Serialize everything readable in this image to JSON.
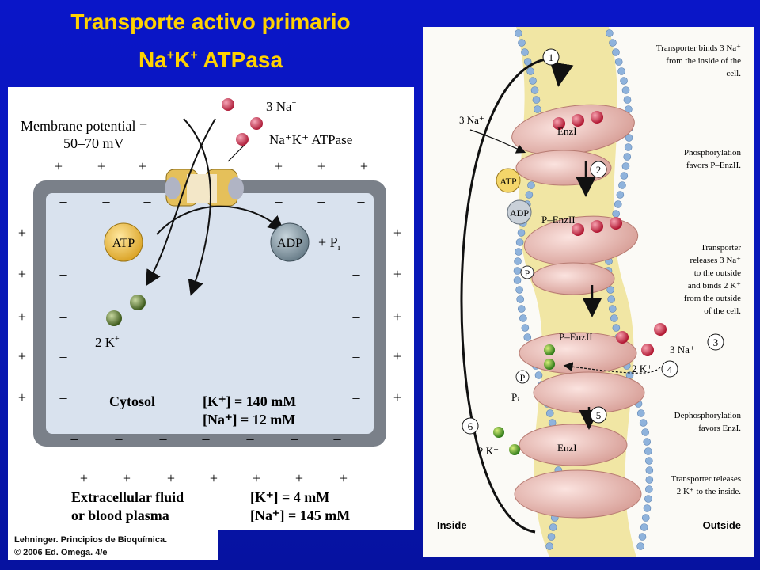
{
  "title": {
    "line1": "Transporte activo primario",
    "line2_base": "Na",
    "line2_sup1": "+",
    "line2_mid": "K",
    "line2_sup2": "+",
    "line2_end": " ATPasa"
  },
  "left_figure": {
    "membrane_potential_1": "Membrane potential =",
    "membrane_potential_2": "50–70 mV",
    "na_label": "3 Na",
    "pump_label": "Na⁺K⁺ ATPase",
    "atp": "ATP",
    "adp": "ADP",
    "pi": "+ P",
    "k_label": "2 K",
    "cytosol": "Cytosol",
    "cyto_k": "[K⁺] = 140 mM",
    "cyto_na": "[Na⁺] = 12 mM",
    "extra_1": "Extracellular fluid",
    "extra_2": "or blood plasma",
    "extra_k": "[K⁺] = 4 mM",
    "extra_na": "[Na⁺] = 145 mM",
    "plus": "+",
    "minus": "–"
  },
  "credit": {
    "line1": "Lehninger. Principios de Bioquímica.",
    "line2": "© 2006 Ed. Omega. 4/e"
  },
  "right_figure": {
    "step1": "Transporter binds 3 Na⁺",
    "step1b": "from the inside of the",
    "step1c": "cell.",
    "step2": "Phosphorylation",
    "step2b": "favors P–EnzII.",
    "step3": "Transporter",
    "step3b": "releases 3 Na⁺",
    "step3c": "to the outside",
    "step3d": "and binds 2 K⁺",
    "step3e": "from the outside",
    "step3f": "of the cell.",
    "step4": "Dephosphorylation",
    "step4b": "favors EnzI.",
    "step5": "Transporter releases",
    "step5b": "2 K⁺ to the inside.",
    "na_in": "3 Na⁺",
    "na_out": "3 Na⁺",
    "k_out": "2 K⁺",
    "k_in": "2 K⁺",
    "atp": "ATP",
    "adp": "ADP",
    "p": "P",
    "pi": "Pᵢ",
    "enz1": "EnzI",
    "penz2": "P–EnzII",
    "penz2b": "P–EnzII",
    "enz1b": "EnzI",
    "n1": "1",
    "n2": "2",
    "n3": "3",
    "n4": "4",
    "n5": "5",
    "n6": "6",
    "inside": "Inside",
    "outside": "Outside"
  }
}
